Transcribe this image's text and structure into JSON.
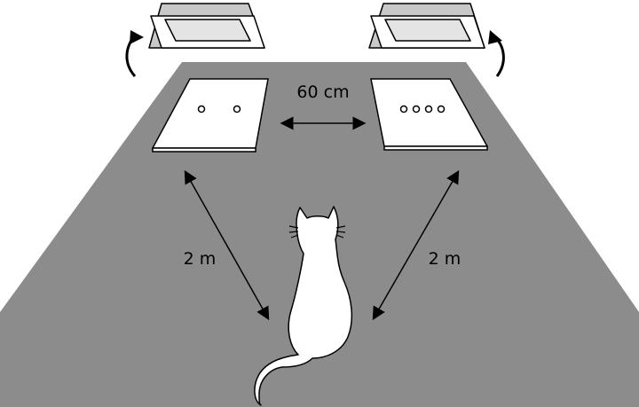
{
  "labels": {
    "separation": "60 cm",
    "distance_left": "2 m",
    "distance_right": "2 m"
  },
  "left_board": {
    "hole_count": 2
  },
  "right_board": {
    "hole_count": 4
  },
  "colors": {
    "floor": "#8c8c8c",
    "board": "#ffffff",
    "box_top": "#c9c9c9",
    "box_inside": "#ffffff",
    "stroke": "#000000",
    "cat": "#ffffff"
  }
}
